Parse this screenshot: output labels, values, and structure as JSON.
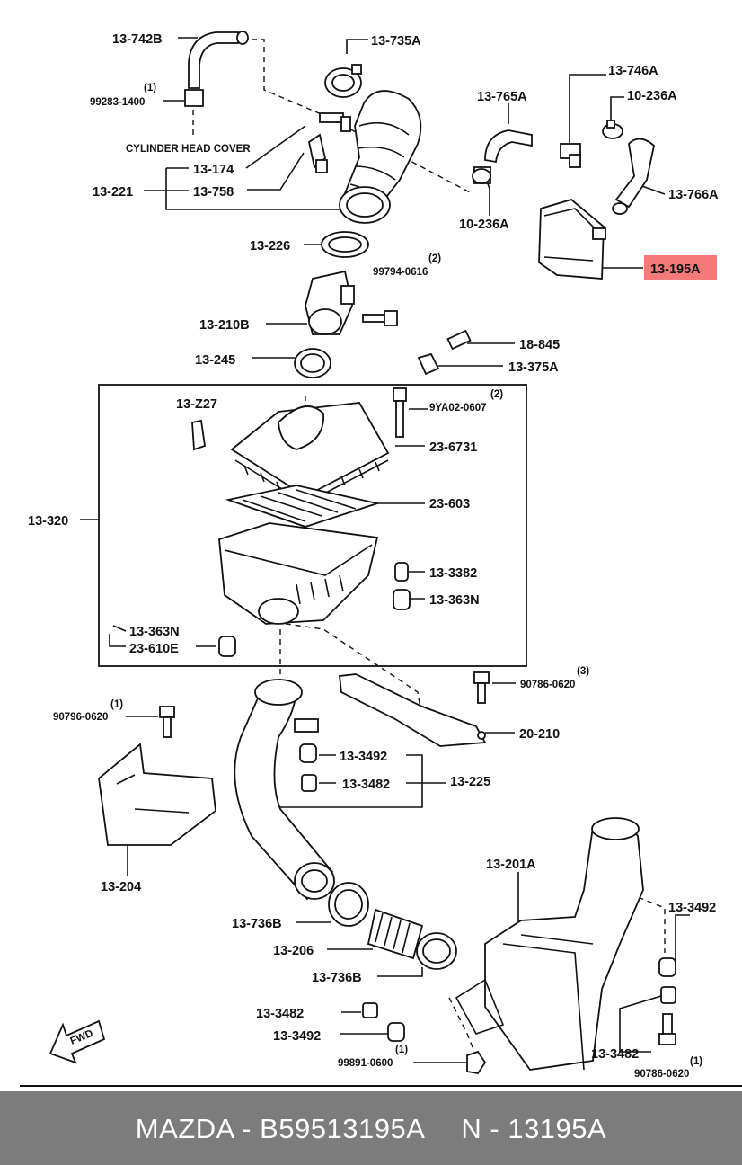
{
  "diagram": {
    "labels": {
      "p13742b": "13-742B",
      "p13735a": "13-735A",
      "q99283": "(1)",
      "p99283": "99283-1400",
      "cyl": "CYLINDER HEAD COVER",
      "p13174": "13-174",
      "p13221": "13-221",
      "p13758": "13-758",
      "p13765a": "13-765A",
      "p13746a": "13-746A",
      "p10236a_top": "10-236A",
      "p13766a": "13-766A",
      "p10236a_mid": "10-236A",
      "p13226": "13-226",
      "q99794": "(2)",
      "p99794": "99794-0616",
      "p13195a": "13-195A",
      "p13210b": "13-210B",
      "p13245": "13-245",
      "p18845": "18-845",
      "p13375a": "13-375A",
      "p13z27": "13-Z27",
      "q9ya02": "(2)",
      "p9ya02": "9YA02-0607",
      "p236731": "23-6731",
      "p13320": "13-320",
      "p23603": "23-603",
      "p133382": "13-3382",
      "p13363n_r": "13-363N",
      "p13363n_l": "13-363N",
      "p23610e": "23-610E",
      "q90786a": "(3)",
      "p90786a": "90786-0620",
      "q90796": "(1)",
      "p90796": "90796-0620",
      "p20210": "20-210",
      "p133492_a": "13-3492",
      "p133482_a": "13-3482",
      "p13225": "13-225",
      "p13204": "13-204",
      "p13201a": "13-201A",
      "p133492_r": "13-3492",
      "p13736b_a": "13-736B",
      "p13206": "13-206",
      "p13736b_b": "13-736B",
      "p133482_b": "13-3482",
      "p133492_b": "13-3492",
      "q99891": "(1)",
      "p99891": "99891-0600",
      "p133482_r": "13-3482",
      "q90786b": "(1)",
      "p90786b": "90786-0620",
      "fwd": "FWD"
    },
    "highlight_color": "#f47a7a"
  },
  "footer": {
    "brand": "MAZDA - B59513195A",
    "number": "N - 13195A"
  }
}
